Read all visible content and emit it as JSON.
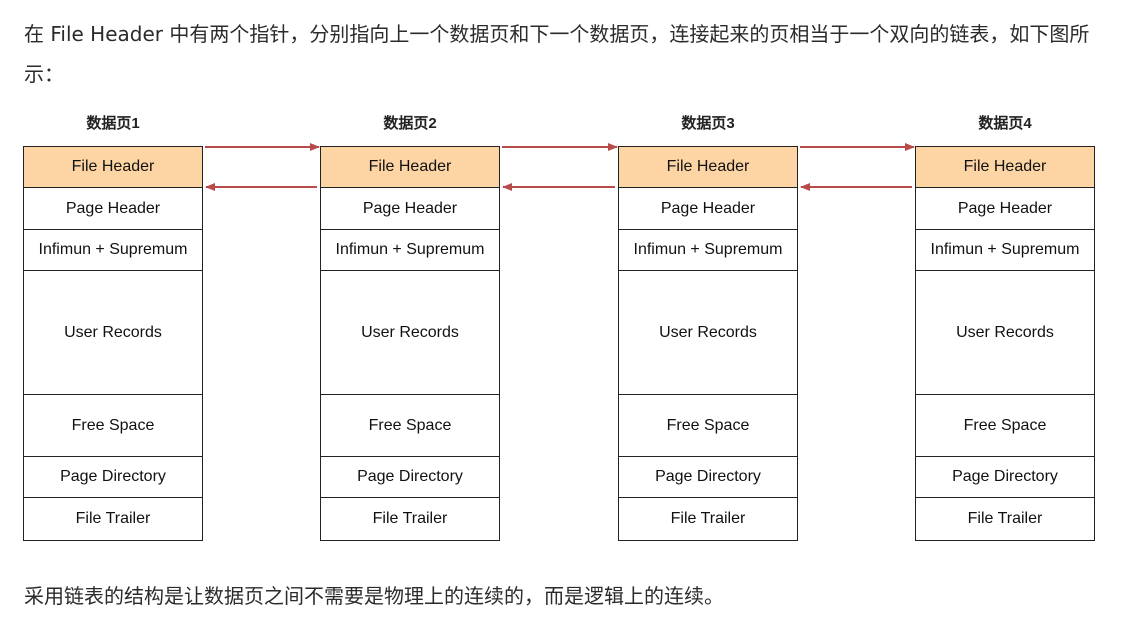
{
  "intro_text": "在 File Header 中有两个指针，分别指向上一个数据页和下一个数据页，连接起来的页相当于一个双向的链表，如下图所示：",
  "outro_text": "采用链表的结构是让数据页之间不需要是物理上的连续的，而是逻辑上的连续。",
  "diagram": {
    "pages": [
      {
        "title": "数据页1"
      },
      {
        "title": "数据页2"
      },
      {
        "title": "数据页3"
      },
      {
        "title": "数据页4"
      }
    ],
    "sections": [
      "File Header",
      "Page Header",
      "Infimun + Supremum",
      "User Records",
      "Free Space",
      "Page Directory",
      "File Trailer"
    ],
    "highlight_color": "#fdd5a5",
    "arrow_color": "#b94a4a"
  }
}
